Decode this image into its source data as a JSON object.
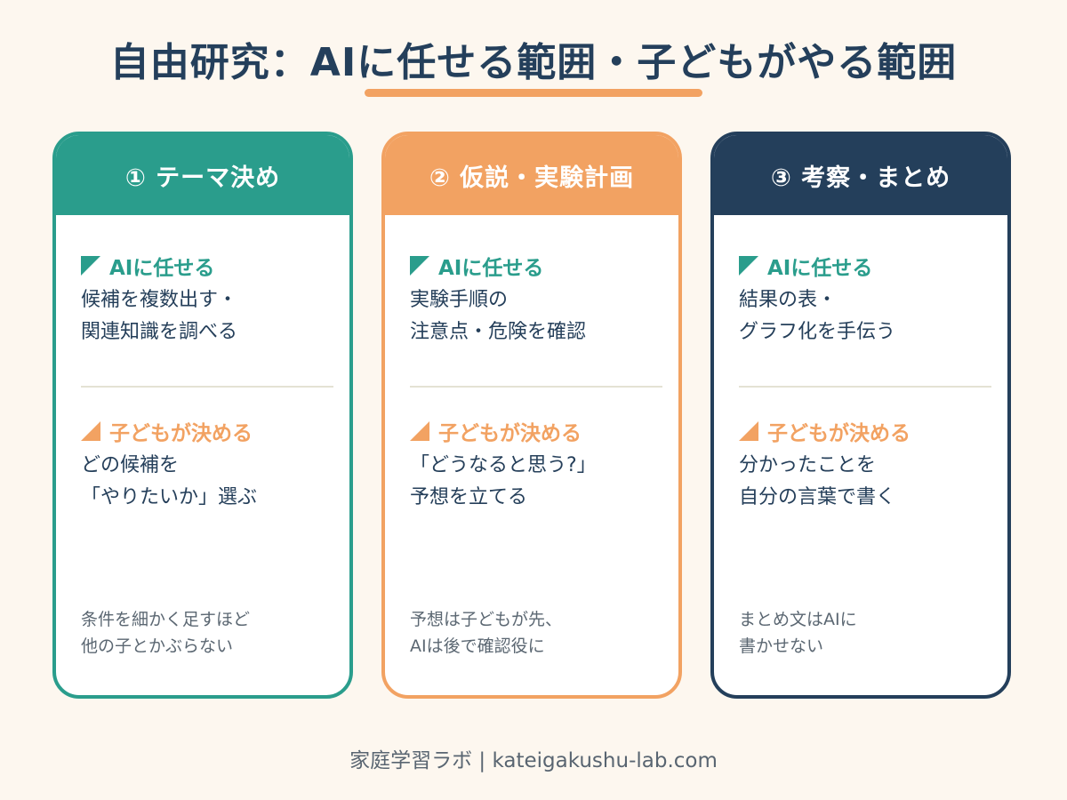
{
  "title": "自由研究：AIに任せる範囲・子どもがやる範囲",
  "colors": {
    "teal": "#2a9d8c",
    "orange": "#f2a262",
    "navy": "#243f5b",
    "text": "#253f5a",
    "note": "#5b6772",
    "background": "#fdf7ef"
  },
  "cards": [
    {
      "header": "① テーマ決め",
      "ai_label": "AIに任せる",
      "ai_line1": "候補を複数出す・",
      "ai_line2": "関連知識を調べる",
      "child_label": "子どもが決める",
      "child_line1": "どの候補を",
      "child_line2": "「やりたいか」選ぶ",
      "note_line1": "条件を細かく足すほど",
      "note_line2": "他の子とかぶらない"
    },
    {
      "header": "② 仮説・実験計画",
      "ai_label": "AIに任せる",
      "ai_line1": "実験手順の",
      "ai_line2": "注意点・危険を確認",
      "child_label": "子どもが決める",
      "child_line1": "「どうなると思う?」",
      "child_line2": "予想を立てる",
      "note_line1": "予想は子どもが先、",
      "note_line2": "AIは後で確認役に"
    },
    {
      "header": "③ 考察・まとめ",
      "ai_label": "AIに任せる",
      "ai_line1": "結果の表・",
      "ai_line2": "グラフ化を手伝う",
      "child_label": "子どもが決める",
      "child_line1": "分かったことを",
      "child_line2": "自分の言葉で書く",
      "note_line1": "まとめ文はAIに",
      "note_line2": "書かせない"
    }
  ],
  "footer": "家庭学習ラボ | kateigakushu-lab.com"
}
